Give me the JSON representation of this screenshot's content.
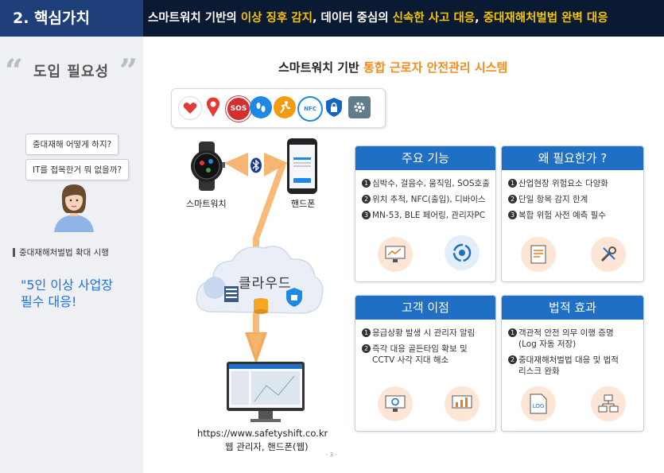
{
  "header": {
    "section": "2. 핵심가치",
    "banner_part1": "스마트워치 기반의 ",
    "banner_hl1": "이상 징후 감지",
    "banner_part2": ", 데이터 중심의 ",
    "banner_hl2": "신속한 사고 대응",
    "banner_part3": ", ",
    "banner_hl3": "중대재해처벌법 완벽 대응"
  },
  "left": {
    "title": "도입 필요성",
    "open_quote": "“",
    "close_quote": "”",
    "bubble1": "중대재해 어떻게 하지?",
    "bubble2": "IT를 접목한거 뭐 없을까?",
    "law_label": "중대재해처벌법 확대 시행",
    "must_line1": "\"5인 이상 사업장",
    "must_line2": "필수 대응!"
  },
  "main": {
    "title_prefix": "스마트워치 기반 ",
    "title_highlight": "통합 근로자 안전관리 시스템",
    "sos_text": "SOS",
    "nfc_text": "NFC",
    "smartwatch_label": "스마트워치",
    "phone_label": "핸드폰",
    "cloud_label": "클라우드",
    "url": "https://www.safetyshift.co.kr",
    "url_desc": "웹 관리자, 핸드폰(웹)",
    "page_number": "- 3 -"
  },
  "cards": {
    "features": {
      "title": "주요 기능",
      "items": [
        "심박수, 걸음수, 움직임, SOS호출",
        "위치 추적, NFC(출입), 디바이스",
        "MN-53, BLE 페어링, 관리자PC"
      ]
    },
    "why": {
      "title": "왜 필요한가 ?",
      "items": [
        "산업현장 위험요소 다양화",
        "단일 항목 감지 한계",
        "복합 위험 사전 예측 필수"
      ]
    },
    "customer": {
      "title": "고객 이점",
      "items": [
        "응급상황 발생 시 관리자 알림",
        "즉각 대응 골든타임 확보 및",
        "CCTV 사각 지대 해소"
      ]
    },
    "legal": {
      "title": "법적 효과",
      "items": [
        "객관적 안전 의무 이행 증명",
        "(Log 자동 저장)",
        "중대재해처벌법 대응 및 법적",
        "리스크 완화"
      ],
      "log_text": "LOG"
    }
  },
  "numbers": [
    "1",
    "2",
    "3"
  ],
  "colors": {
    "header_dark": "#0b1a33",
    "header_blue": "#1f3f7a",
    "highlight_yellow": "#f5c400",
    "accent_orange": "#f28c1b",
    "card_blue": "#1f6fc5"
  }
}
